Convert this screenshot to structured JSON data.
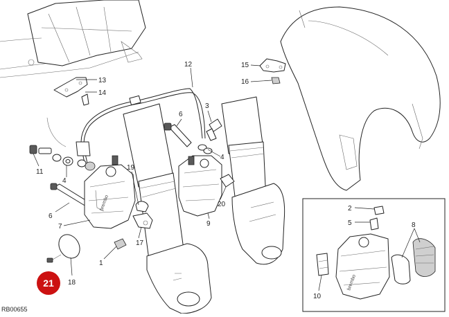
{
  "diagram": {
    "drawing_code": "RB00655",
    "figure_badge": "21",
    "badge_color": "#cc1111",
    "callouts": [
      "1",
      "2",
      "3",
      "4",
      "4",
      "5",
      "6",
      "6",
      "7",
      "8",
      "9",
      "10",
      "11",
      "12",
      "13",
      "14",
      "15",
      "16",
      "17",
      "18",
      "19",
      "20"
    ]
  }
}
